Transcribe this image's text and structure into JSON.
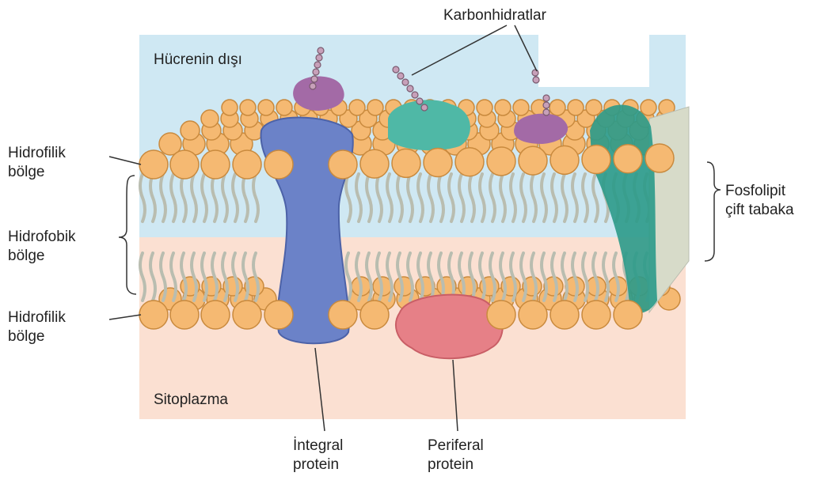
{
  "labels": {
    "carbohydrates": "Karbonhidratlar",
    "outside": "Hücrenin dışı",
    "hydrophilic_top": [
      "Hidrofilik",
      "bölge"
    ],
    "hydrophobic": [
      "Hidrofobik",
      "bölge"
    ],
    "hydrophilic_bottom": [
      "Hidrofilik",
      "bölge"
    ],
    "bilayer": [
      "Fosfolipit",
      "çift tabaka"
    ],
    "cytoplasm": "Sitoplazma",
    "integral": [
      "İntegral",
      "protein"
    ],
    "peripheral": [
      "Periferal",
      "protein"
    ]
  },
  "colors": {
    "outside_bg": "#cfe8f3",
    "cytoplasm_bg": "#fbe0d2",
    "head_fill": "#f5b972",
    "head_stroke": "#c98a3e",
    "tail": "#b9bdb0",
    "integral_protein": "#6b82c8",
    "peripheral_protein": "#e68087",
    "glycoprotein_teal": "#4fb8a6",
    "glycoprotein_purple": "#a36aa6",
    "channel_protein": "#2b9a8a",
    "sugar_chain": "#c7a0b9"
  }
}
